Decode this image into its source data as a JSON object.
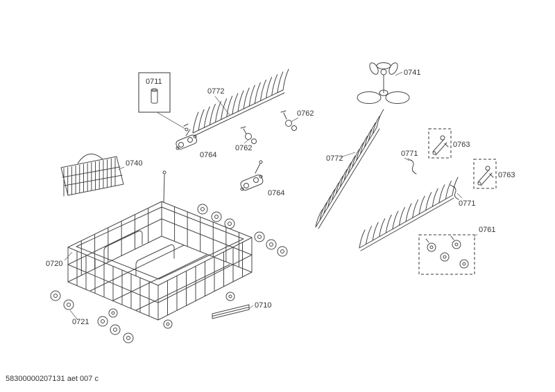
{
  "page": {
    "background": "#ffffff",
    "line_color": "#454545",
    "label_color": "#333333",
    "leader_color": "#6a6a6a",
    "footer": "58300000207131 aet 007 c"
  },
  "callouts": {
    "c0711": "0711",
    "c0772a": "0772",
    "c0772b": "0772",
    "c0741": "0741",
    "c0762a": "0762",
    "c0762b": "0762",
    "c0763a": "0763",
    "c0763b": "0763",
    "c0764a": "0764",
    "c0764b": "0764",
    "c0740": "0740",
    "c0771a": "0771",
    "c0771b": "0771",
    "c0761": "0761",
    "c0720": "0720",
    "c0721": "0721",
    "c0710": "0710"
  }
}
